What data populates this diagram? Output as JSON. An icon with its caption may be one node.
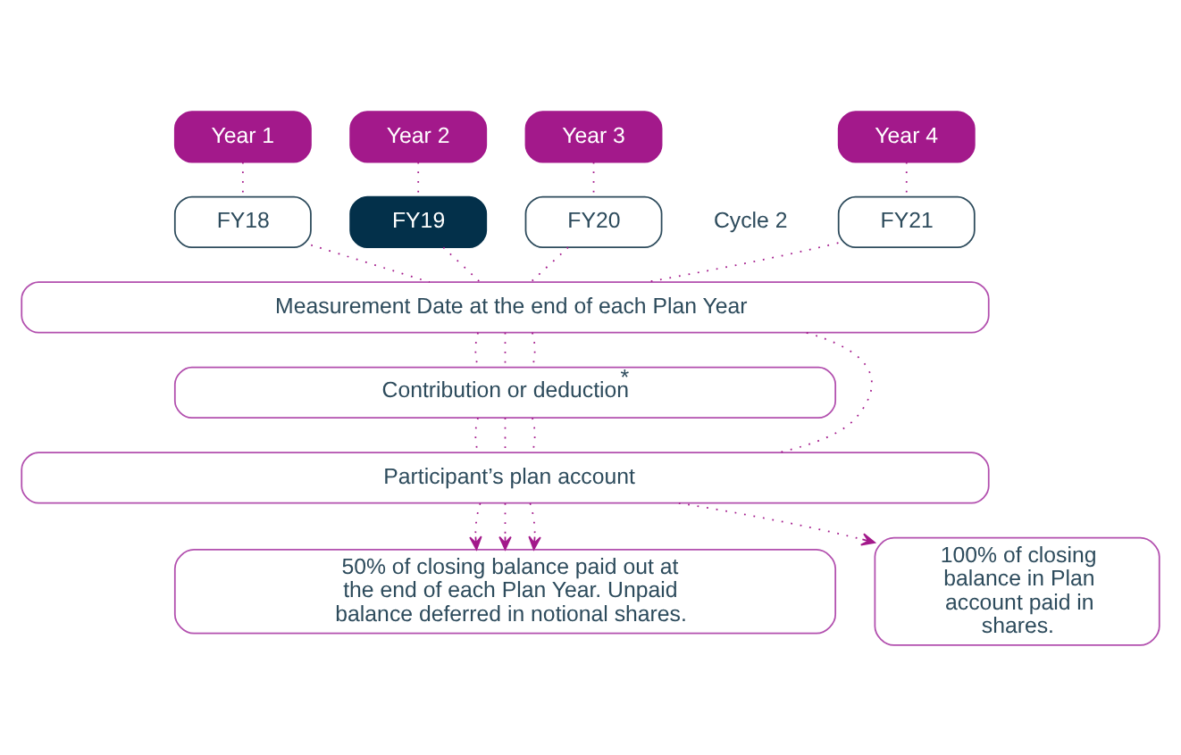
{
  "diagram": {
    "nodes": [
      {
        "text": [
          "Year 1"
        ]
      },
      {
        "text": [
          "Year 2"
        ]
      },
      {
        "text": [
          "Year 3"
        ]
      },
      {
        "text": [
          "Year 4"
        ]
      },
      {
        "text": [
          "FY18"
        ]
      },
      {
        "text": [
          "FY19"
        ]
      },
      {
        "text": [
          "FY20"
        ]
      },
      {
        "text": [
          "FY21"
        ]
      },
      {
        "text": [
          "Measurement Date at the end of each Plan Year"
        ]
      },
      {
        "text": [
          "Contribution or deduction$^{*}$"
        ]
      },
      {
        "text": [
          "Participant’s plan account"
        ]
      },
      {
        "text": [
          "50% of closing balance paid out at the end of each Plan Year. Unpaid balance deferred in notional shares."
        ]
      },
      {
        "text": [
          "100% of closing balance in Plan account paid in shares."
        ]
      }
    ],
    "edges": [
      {
        "from": 0,
        "to": 4,
        "arrow": "none"
      },
      {
        "from": 1,
        "to": 5,
        "arrow": "none"
      },
      {
        "from": 2,
        "to": 6,
        "arrow": "none"
      },
      {
        "from": 3,
        "to": 7,
        "arrow": "none"
      },
      {
        "from": 4,
        "to": 8,
        "arrow": "none"
      },
      {
        "from": 5,
        "to": 8,
        "arrow": "none"
      },
      {
        "from": 6,
        "to": 8,
        "arrow": "none"
      },
      {
        "from": 7,
        "to": 8,
        "arrow": "none"
      },
      {
        "from": 8,
        "to": 9,
        "arrow": "none"
      },
      {
        "from": 8,
        "to": 9,
        "arrow": "none"
      },
      {
        "from": 8,
        "to": 9,
        "arrow": "none"
      },
      {
        "from": 8,
        "to": 10,
        "arrow": "none"
      },
      {
        "from": 9,
        "to": 10,
        "arrow": "none"
      },
      {
        "from": 9,
        "to": 10,
        "arrow": "none"
      },
      {
        "from": 9,
        "to": 10,
        "arrow": "none"
      },
      {
        "from": 10,
        "to": 11,
        "arrow": "to"
      },
      {
        "from": 10,
        "to": 11,
        "arrow": "to"
      },
      {
        "from": 10,
        "to": 11,
        "arrow": "to"
      },
      {
        "from": 10,
        "to": 12,
        "arrow": "to"
      }
    ],
    "labels": [
      "Cycle 2"
    ]
  }
}
